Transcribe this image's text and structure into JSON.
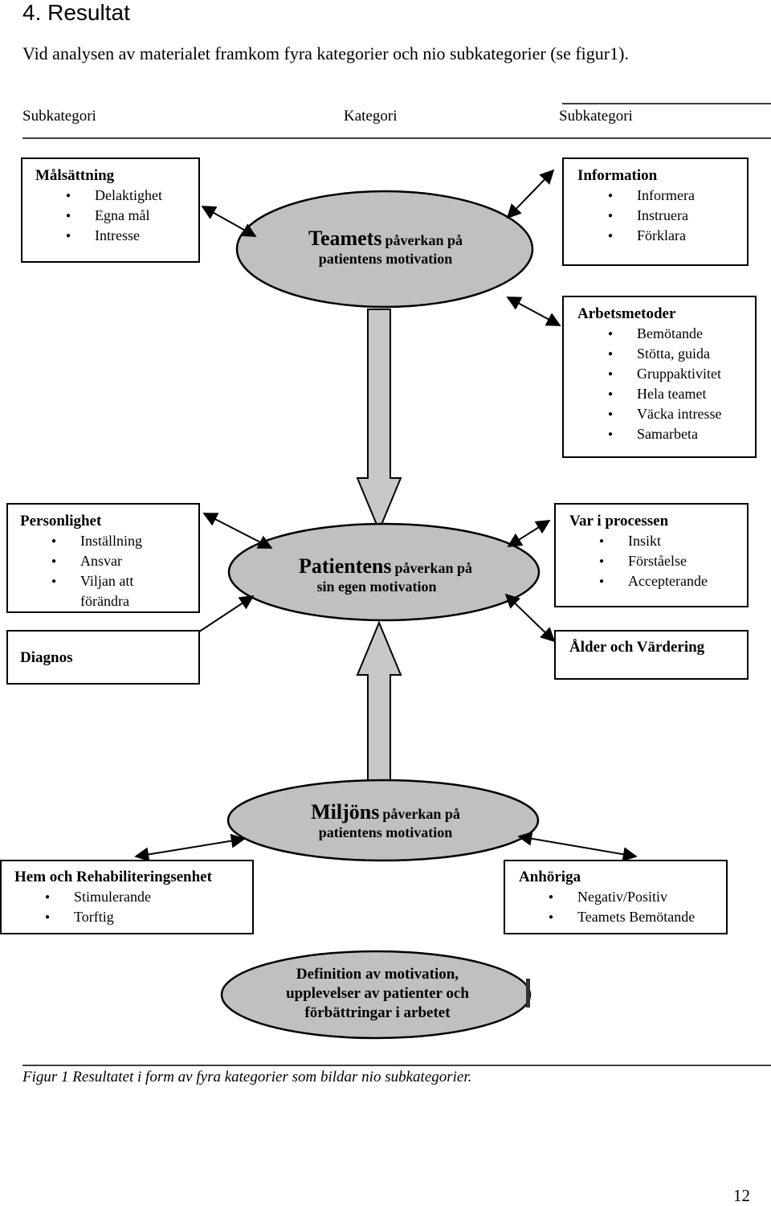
{
  "heading": "4. Resultat",
  "intro": "Vid analysen av materialet framkom fyra kategorier och nio subkategorier (se figur1).",
  "column_headers": {
    "left": "Subkategori",
    "center": "Kategori",
    "right": "Subkategori"
  },
  "boxes": {
    "malsattning": {
      "title": "Målsättning",
      "items": [
        "Delaktighet",
        "Egna mål",
        "Intresse"
      ]
    },
    "information": {
      "title": "Information",
      "items": [
        "Informera",
        "Instruera",
        "Förklara"
      ]
    },
    "arbetsmetoder": {
      "title": "Arbetsmetoder",
      "items": [
        "Bemötande",
        "Stötta, guida",
        "Gruppaktivitet",
        "Hela teamet",
        "Väcka intresse",
        "Samarbeta"
      ]
    },
    "personlighet": {
      "title": "Personlighet",
      "items": [
        "Inställning",
        "Ansvar",
        "Viljan att",
        "förändra"
      ]
    },
    "diagnos": {
      "title": "Diagnos"
    },
    "var_i_processen": {
      "title": "Var i processen",
      "items": [
        "Insikt",
        "Förståelse",
        "Accepterande"
      ]
    },
    "alder": {
      "title": "Ålder och Värdering"
    },
    "hem": {
      "title": "Hem och Rehabiliteringsenhet",
      "items": [
        "Stimulerande",
        "Torftig"
      ]
    },
    "anhoriga": {
      "title": "Anhöriga",
      "items": [
        "Negativ/Positiv",
        "Teamets Bemötande"
      ]
    }
  },
  "ellipses": {
    "teamets": {
      "big": "Teamets",
      "rest": "påverkan på",
      "line2": "patientens motivation"
    },
    "patientens": {
      "big": "Patientens",
      "rest": "påverkan på",
      "line2": "sin egen motivation"
    },
    "miljons": {
      "big": "Miljöns",
      "rest": "påverkan på",
      "line2": "patientens motivation"
    },
    "definition": {
      "line1": "Definition av motivation,",
      "line2": "upplevelser av patienter och",
      "line3": "förbättringar i arbetet"
    }
  },
  "caption": "Figur 1 Resultatet i form av fyra kategorier som bildar nio subkategorier.",
  "page_number": "12",
  "colors": {
    "ellipse_fill": "#c0c0c0",
    "arrow_fill": "#c8c8c8"
  }
}
